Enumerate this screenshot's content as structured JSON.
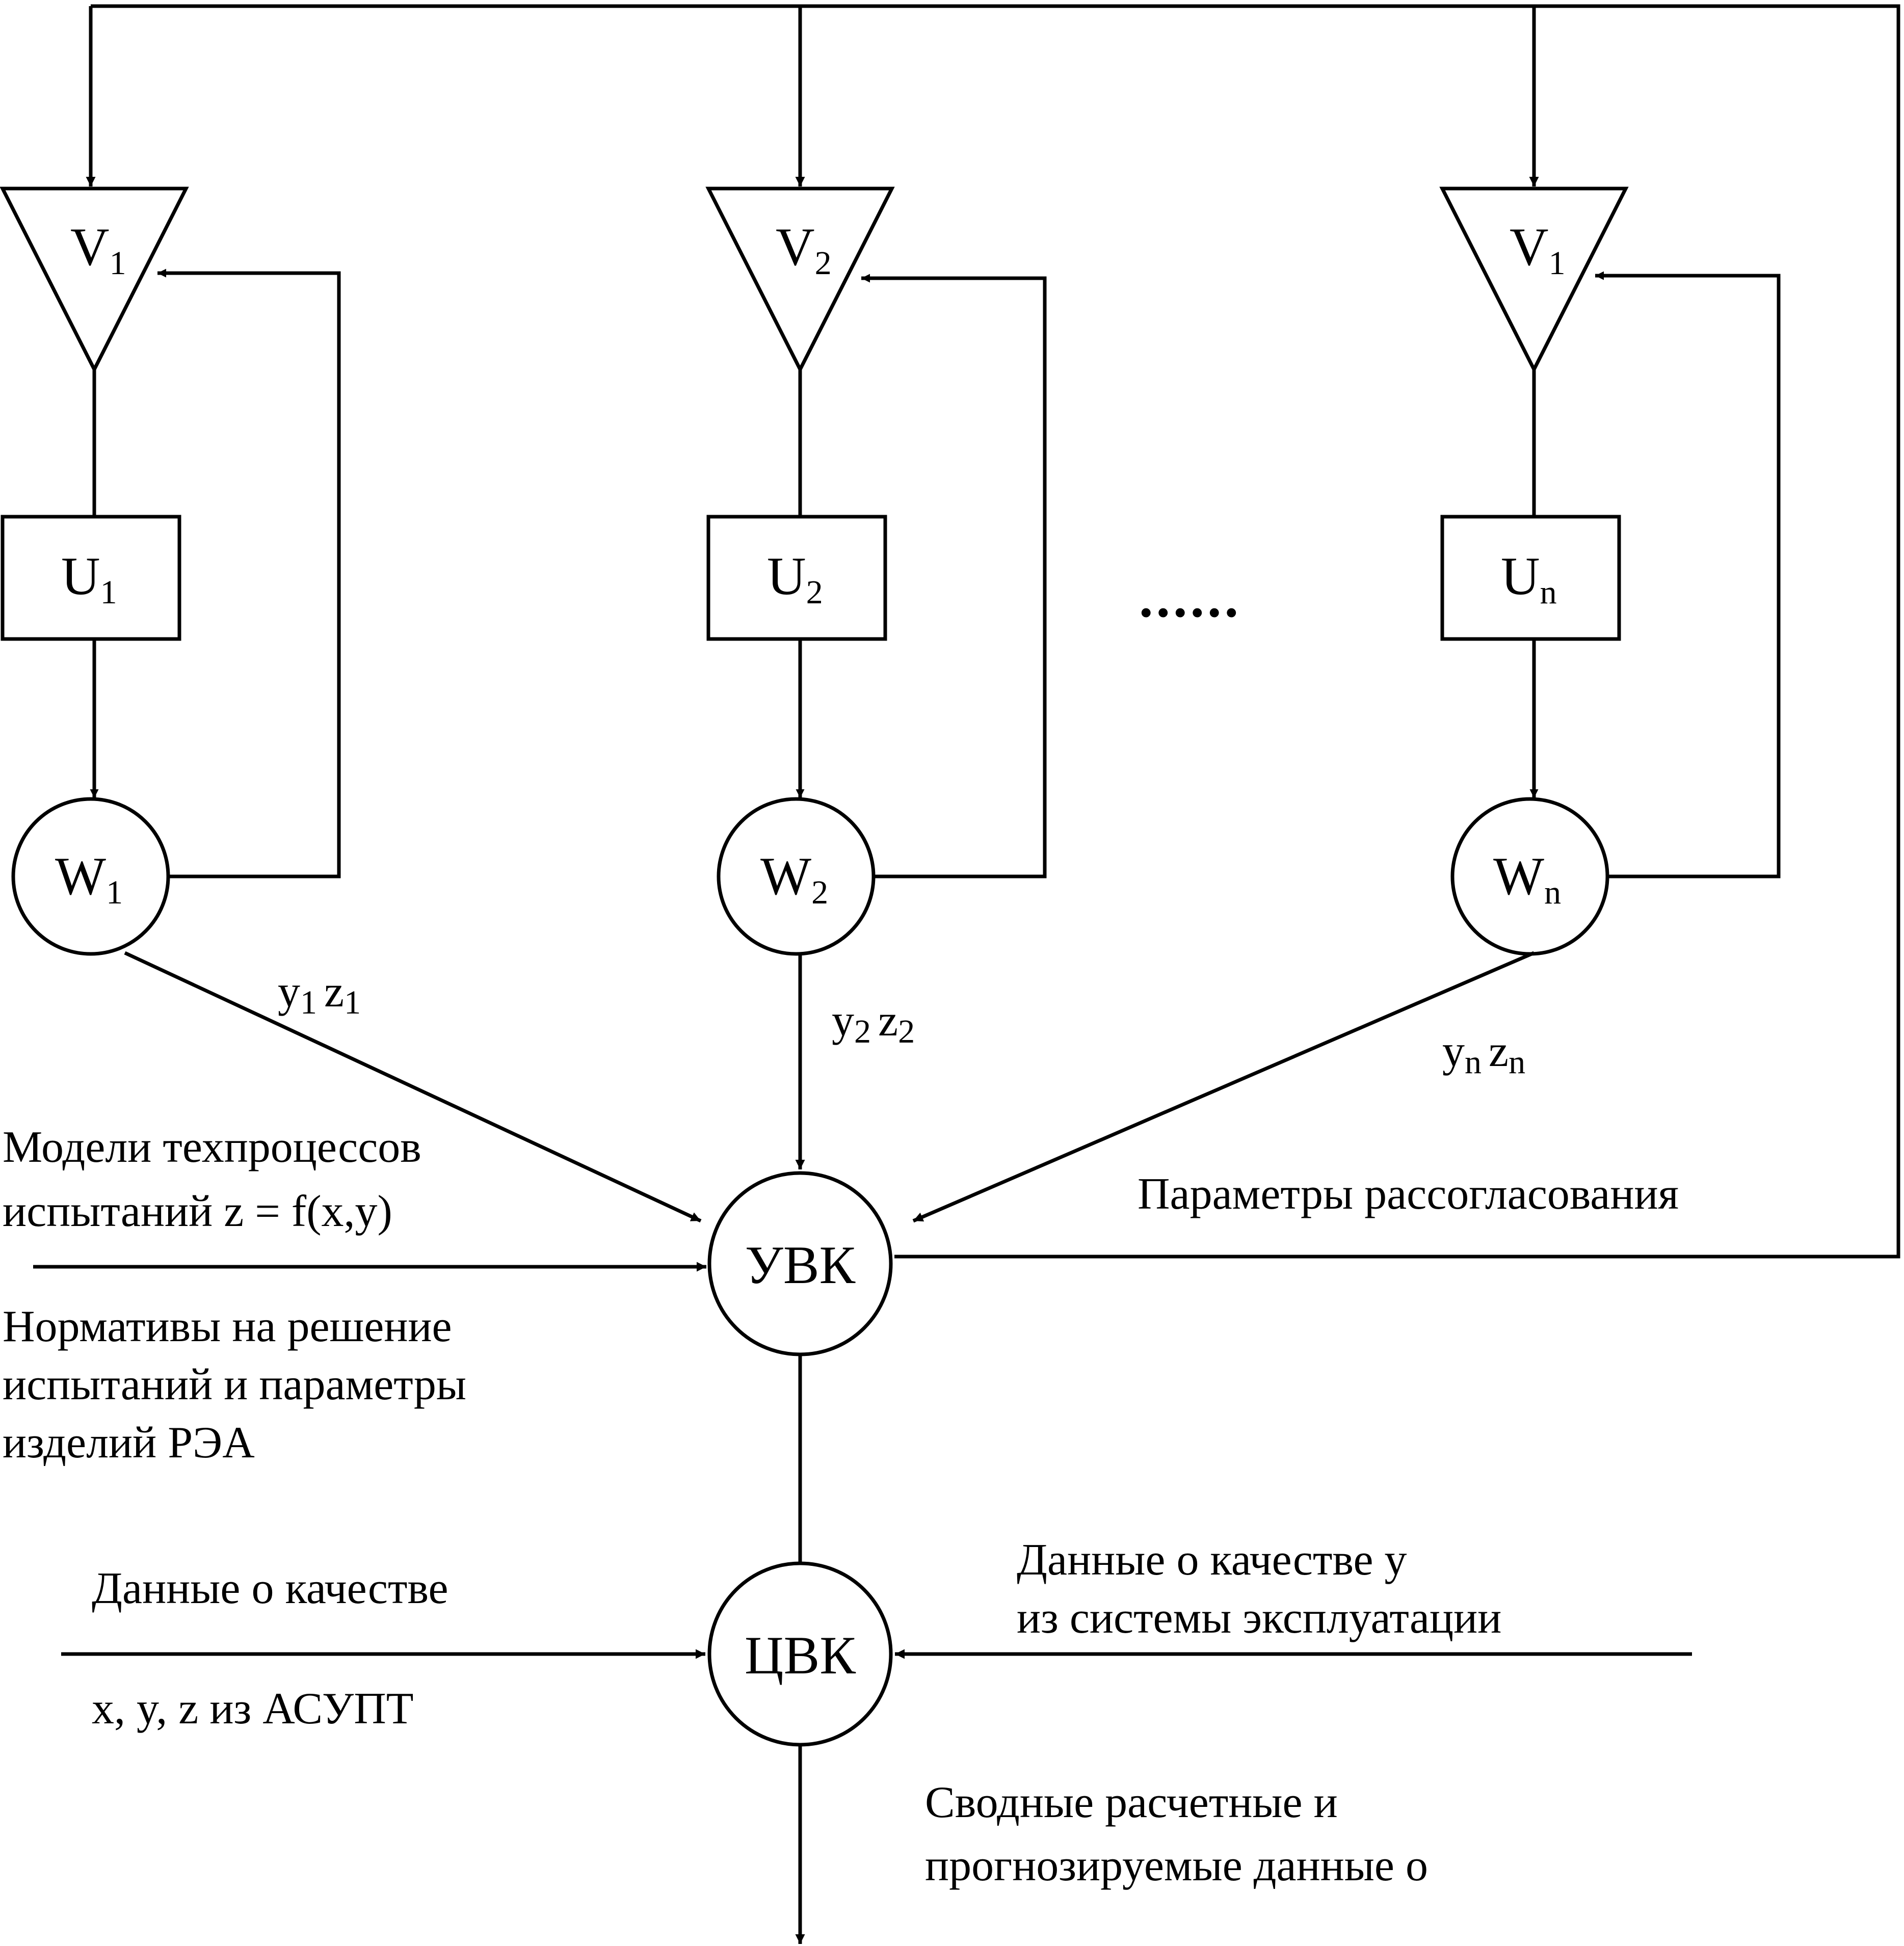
{
  "nodes": {
    "v1": {
      "main": "V",
      "sub": "1"
    },
    "v2": {
      "main": "V",
      "sub": "2"
    },
    "vn": {
      "main": "V",
      "sub": "1"
    },
    "u1": {
      "main": "U",
      "sub": "1"
    },
    "u2": {
      "main": "U",
      "sub": "2"
    },
    "un": {
      "main": "U",
      "sub": "n"
    },
    "w1": {
      "main": "W",
      "sub": "1"
    },
    "w2": {
      "main": "W",
      "sub": "2"
    },
    "wn": {
      "main": "W",
      "sub": "n"
    },
    "uvk": "УВК",
    "cvk": "ЦВК"
  },
  "ellipsis": "......",
  "flows": {
    "f1": {
      "y": "y",
      "ys": "1",
      "z": "z",
      "zs": "1"
    },
    "f2": {
      "y": "y",
      "ys": "2",
      "z": "z",
      "zs": "2"
    },
    "fn": {
      "y": "y",
      "ys": "n",
      "z": "z",
      "zs": "n"
    }
  },
  "labels": {
    "models": [
      "Модели техпроцессов",
      "испытаний z = f(x,y)"
    ],
    "norms": [
      "Нормативы на решение",
      "испытаний и параметры",
      "изделий РЭА"
    ],
    "mismatch": "Параметры рассогласования",
    "quality_left_top": "Данные о качестве",
    "quality_left_bottom": "x, y, z из АСУПТ",
    "quality_right": [
      "Данные о качестве  y",
      "из системы эксплуатации"
    ],
    "summary": [
      "Сводные расчетные и",
      "прогнозируемые данные о"
    ]
  }
}
